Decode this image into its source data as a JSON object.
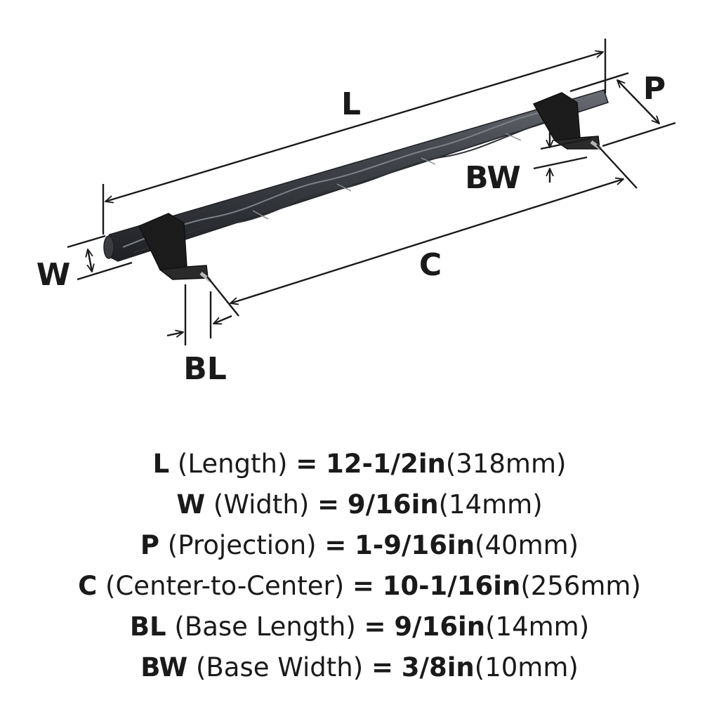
{
  "diagram": {
    "labels": {
      "L": "L",
      "P": "P",
      "BW": "BW",
      "W": "W",
      "C": "C",
      "BL": "BL"
    },
    "colors": {
      "line": "#1a1a1a",
      "bar_dark": "#2a2c30",
      "bar_mid": "#44474d",
      "bar_light": "#6b6e74",
      "post": "#1c1c1c",
      "screw": "#b8b8b8"
    }
  },
  "specs": [
    {
      "key": "L",
      "name": "(Length)",
      "eq": "=",
      "imperial": "12-1/2in",
      "metric": "(318mm)"
    },
    {
      "key": "W",
      "name": "(Width)",
      "eq": "=",
      "imperial": "9/16in",
      "metric": "(14mm)"
    },
    {
      "key": "P",
      "name": "(Projection)",
      "eq": "=",
      "imperial": "1-9/16in",
      "metric": "(40mm)"
    },
    {
      "key": "C",
      "name": "(Center-to-Center)",
      "eq": "=",
      "imperial": "10-1/16in",
      "metric": "(256mm)"
    },
    {
      "key": "BL",
      "name": "(Base Length)",
      "eq": "=",
      "imperial": "9/16in",
      "metric": "(14mm)"
    },
    {
      "key": "BW",
      "name": "(Base Width)",
      "eq": "=",
      "imperial": "3/8in",
      "metric": "(10mm)"
    }
  ]
}
